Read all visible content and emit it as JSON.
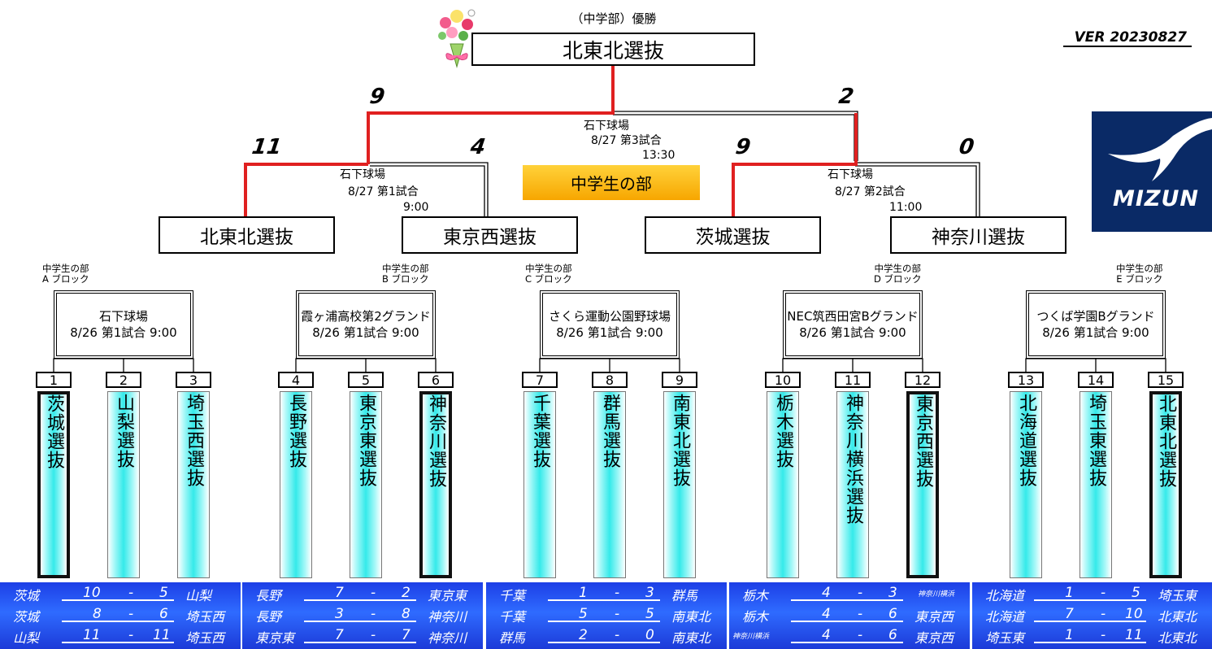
{
  "version": "VER 20230827",
  "division_label": "中学生の部",
  "logo_text": "MIZUN",
  "final": {
    "heading": "（中学部）優勝",
    "champion": "北東北選抜",
    "venue": "石下球場",
    "date_game": "8/27 第3試合",
    "time": "13:30",
    "score_left": "9",
    "score_right": "2"
  },
  "semifinals": [
    {
      "venue": "石下球場",
      "date_game": "8/27 第1試合",
      "time": "9:00",
      "left": {
        "name": "北東北選抜",
        "score": "11"
      },
      "right": {
        "name": "東京西選抜",
        "score": "4"
      }
    },
    {
      "venue": "石下球場",
      "date_game": "8/27 第2試合",
      "time": "11:00",
      "left": {
        "name": "茨城選抜",
        "score": "9"
      },
      "right": {
        "name": "神奈川選抜",
        "score": "0"
      }
    }
  ],
  "blocks": [
    {
      "division": "中学生の部",
      "block": "A ブロック",
      "venue": "石下球場",
      "date_time": "8/26 第1試合 9:00",
      "teams": [
        {
          "seed": "1",
          "name": "茨城選抜",
          "winner": true
        },
        {
          "seed": "2",
          "name": "山梨選抜",
          "winner": false
        },
        {
          "seed": "3",
          "name": "埼玉西選抜",
          "winner": false
        }
      ],
      "results": [
        {
          "home": "茨城",
          "hs": "10",
          "sep": "-",
          "as": "5",
          "away": "山梨"
        },
        {
          "home": "茨城",
          "hs": "8",
          "sep": "-",
          "as": "6",
          "away": "埼玉西"
        },
        {
          "home": "山梨",
          "hs": "11",
          "sep": "-",
          "as": "11",
          "away": "埼玉西"
        }
      ]
    },
    {
      "division": "中学生の部",
      "block": "B ブロック",
      "venue": "霞ヶ浦高校第2グランド",
      "date_time": "8/26 第1試合 9:00",
      "teams": [
        {
          "seed": "4",
          "name": "長野選抜",
          "winner": false
        },
        {
          "seed": "5",
          "name": "東京東選抜",
          "winner": false
        },
        {
          "seed": "6",
          "name": "神奈川選抜",
          "winner": true
        }
      ],
      "results": [
        {
          "home": "長野",
          "hs": "7",
          "sep": "-",
          "as": "2",
          "away": "東京東"
        },
        {
          "home": "長野",
          "hs": "3",
          "sep": "-",
          "as": "8",
          "away": "神奈川"
        },
        {
          "home": "東京東",
          "hs": "7",
          "sep": "-",
          "as": "7",
          "away": "神奈川"
        }
      ]
    },
    {
      "division": "中学生の部",
      "block": "C ブロック",
      "venue": "さくら運動公園野球場",
      "date_time": "8/26 第1試合 9:00",
      "teams": [
        {
          "seed": "7",
          "name": "千葉選抜",
          "winner": false
        },
        {
          "seed": "8",
          "name": "群馬選抜",
          "winner": false
        },
        {
          "seed": "9",
          "name": "南東北選抜",
          "winner": false
        }
      ],
      "results": [
        {
          "home": "千葉",
          "hs": "1",
          "sep": "-",
          "as": "3",
          "away": "群馬"
        },
        {
          "home": "千葉",
          "hs": "5",
          "sep": "-",
          "as": "5",
          "away": "南東北"
        },
        {
          "home": "群馬",
          "hs": "2",
          "sep": "-",
          "as": "0",
          "away": "南東北"
        }
      ]
    },
    {
      "division": "中学生の部",
      "block": "D ブロック",
      "venue": "NEC筑西田宮Bグランド",
      "date_time": "8/26 第1試合 9:00",
      "teams": [
        {
          "seed": "10",
          "name": "栃木選抜",
          "winner": false
        },
        {
          "seed": "11",
          "name": "神奈川横浜選抜",
          "winner": false
        },
        {
          "seed": "12",
          "name": "東京西選抜",
          "winner": true
        }
      ],
      "results": [
        {
          "home": "栃木",
          "hs": "4",
          "sep": "-",
          "as": "3",
          "away": "神奈川横浜"
        },
        {
          "home": "栃木",
          "hs": "4",
          "sep": "-",
          "as": "6",
          "away": "東京西"
        },
        {
          "home": "神奈川横浜",
          "hs": "4",
          "sep": "-",
          "as": "6",
          "away": "東京西"
        }
      ]
    },
    {
      "division": "中学生の部",
      "block": "E ブロック",
      "venue": "つくば学園Bグランド",
      "date_time": "8/26 第1試合 9:00",
      "teams": [
        {
          "seed": "13",
          "name": "北海道選抜",
          "winner": false
        },
        {
          "seed": "14",
          "name": "埼玉東選抜",
          "winner": false
        },
        {
          "seed": "15",
          "name": "北東北選抜",
          "winner": true
        }
      ],
      "results": [
        {
          "home": "北海道",
          "hs": "1",
          "sep": "-",
          "as": "5",
          "away": "埼玉東"
        },
        {
          "home": "北海道",
          "hs": "7",
          "sep": "-",
          "as": "10",
          "away": "北東北"
        },
        {
          "home": "埼玉東",
          "hs": "1",
          "sep": "-",
          "as": "11",
          "away": "北東北"
        }
      ]
    }
  ]
}
